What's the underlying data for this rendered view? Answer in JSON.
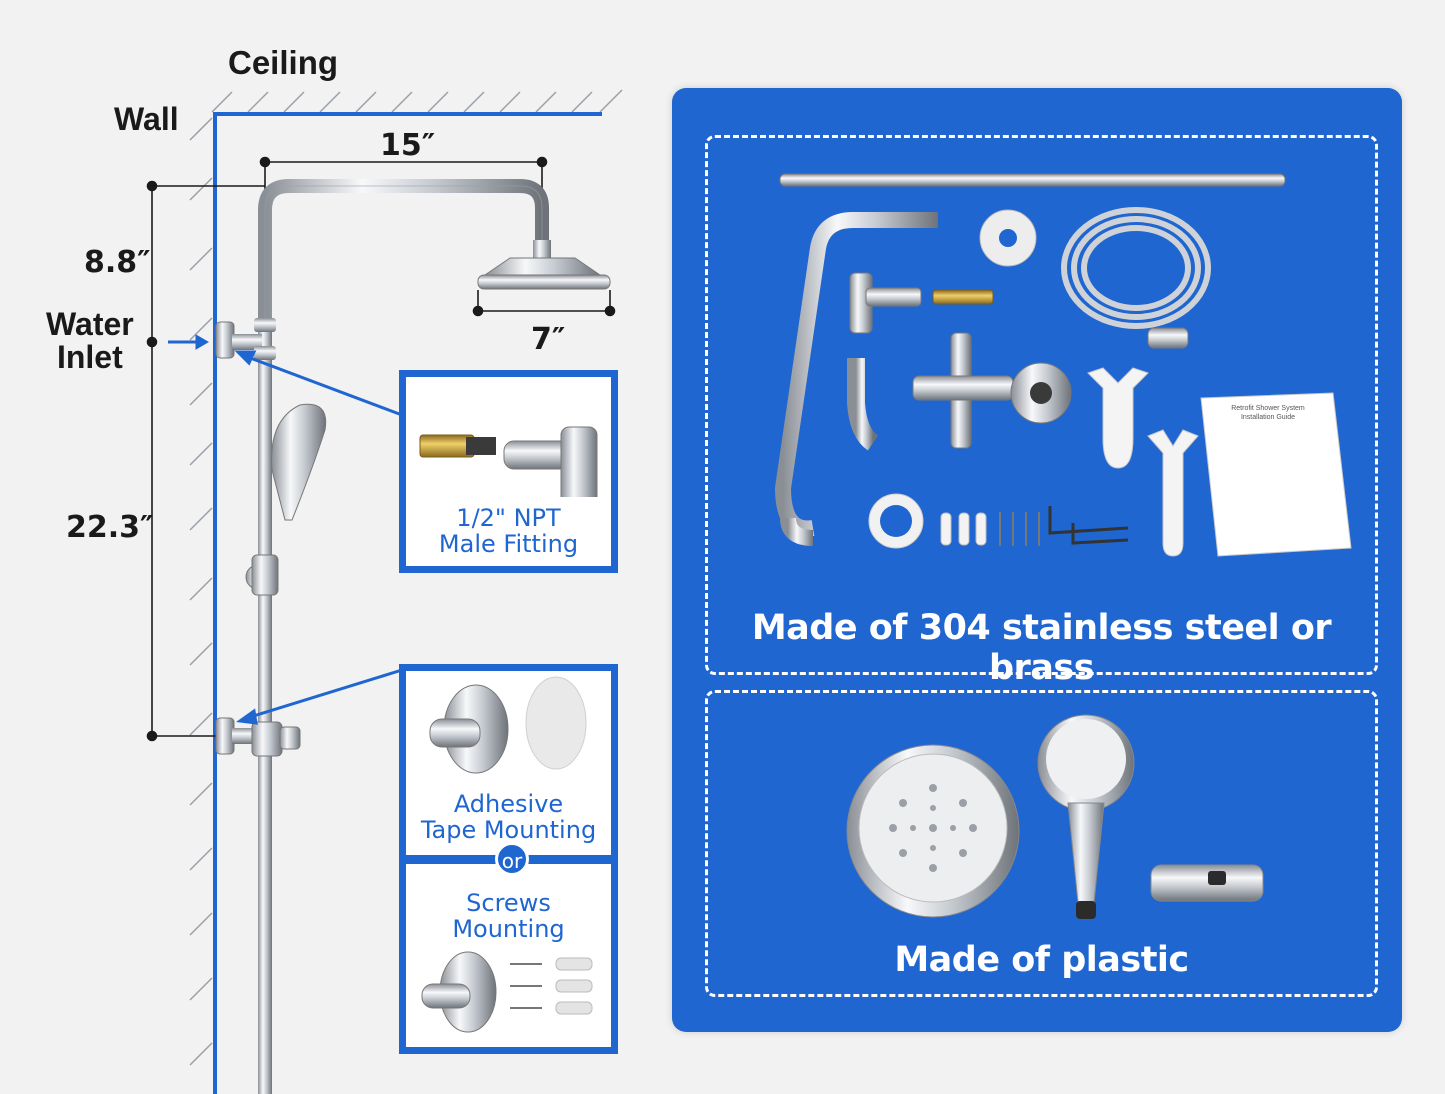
{
  "labels": {
    "ceiling": "Ceiling",
    "wall": "Wall",
    "water_inlet_line1": "Water",
    "water_inlet_line2": "Inlet"
  },
  "dimensions": {
    "arm_width": "15″",
    "arm_drop": "8.8″",
    "head_diameter": "7″",
    "bar_height": "22.3″"
  },
  "callouts": {
    "fitting": {
      "line1": "1/2\" NPT",
      "line2": "Male Fitting"
    },
    "adhesive": {
      "line1": "Adhesive",
      "line2": "Tape Mounting"
    },
    "or": "or",
    "screws": {
      "line1": "Screws",
      "line2": "Mounting"
    }
  },
  "panels": {
    "metal_caption": "Made of 304 stainless steel or brass",
    "plastic_caption": "Made of plastic",
    "manual_title_line1": "Retrofit Shower System",
    "manual_title_line2": "Installation Guide"
  },
  "colors": {
    "accent_blue": "#1f66d1",
    "wall_line": "#1f66d1",
    "background": "#f2f2f3"
  }
}
